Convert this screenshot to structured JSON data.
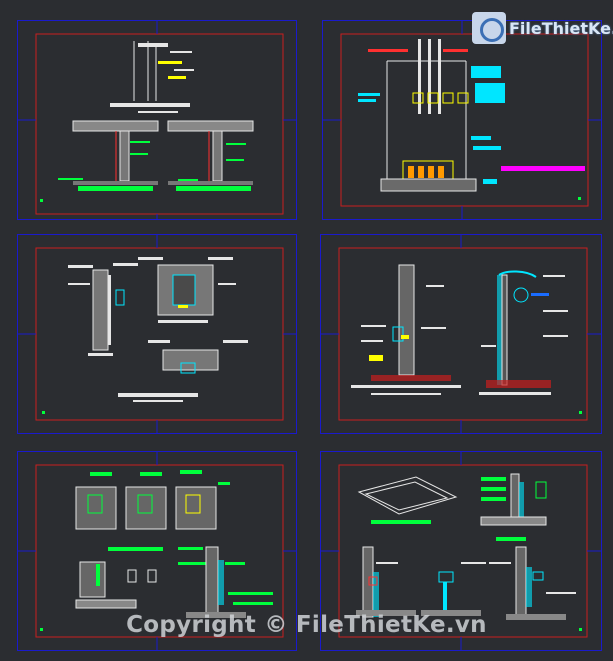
{
  "watermark": {
    "logo_text": "FileThietKe.vn",
    "copyright": "Copyright © FileThietKe.vn"
  },
  "colors": {
    "background": "#2b2d31",
    "frame_outer": "#1a1acc",
    "frame_inner": "#c81e1e",
    "annotation": "#00ff3c",
    "pipe": "#00e6ff",
    "highlight": "#ffff00",
    "accent": "#ff00ff",
    "line": "#e6e6e6"
  },
  "sheets": [
    {
      "id": 1,
      "title": "Detail sheet 1"
    },
    {
      "id": 2,
      "title": "Detail sheet 2"
    },
    {
      "id": 3,
      "title": "Detail sheet 3"
    },
    {
      "id": 4,
      "title": "Detail sheet 4"
    },
    {
      "id": 5,
      "title": "Detail sheet 5"
    },
    {
      "id": 6,
      "title": "Detail sheet 6"
    }
  ]
}
